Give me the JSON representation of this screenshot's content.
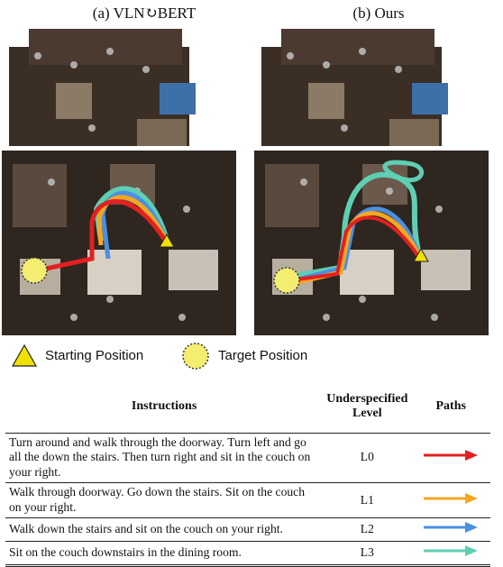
{
  "panels": {
    "left_title": "(a) VLN↻BERT",
    "right_title": "(b) Ours"
  },
  "legend": {
    "start_label": "Starting Position",
    "target_label": "Target Position"
  },
  "table": {
    "headers": {
      "instructions": "Instructions",
      "level": "Underspecified Level",
      "paths": "Paths"
    },
    "rows": [
      {
        "instruction": "Turn around and walk through the doorway. Turn left and go all the down the stairs. Then turn right and sit in the couch on your right.",
        "level": "L0",
        "color": "#e32020"
      },
      {
        "instruction": "Walk through doorway. Go down the stairs. Sit on the couch on your right.",
        "level": "L1",
        "color": "#f5a623"
      },
      {
        "instruction": "Walk down the stairs and sit on the couch on your right.",
        "level": "L2",
        "color": "#4a90e2"
      },
      {
        "instruction": "Sit on the couch downstairs in the dining room.",
        "level": "L3",
        "color": "#5ecfb3"
      }
    ]
  },
  "colors": {
    "L0": "#e32020",
    "L1": "#f5a623",
    "L2": "#4a90e2",
    "L3": "#5ecfb3",
    "start_marker": "#f2e000",
    "target_marker": "#f4ee70"
  }
}
